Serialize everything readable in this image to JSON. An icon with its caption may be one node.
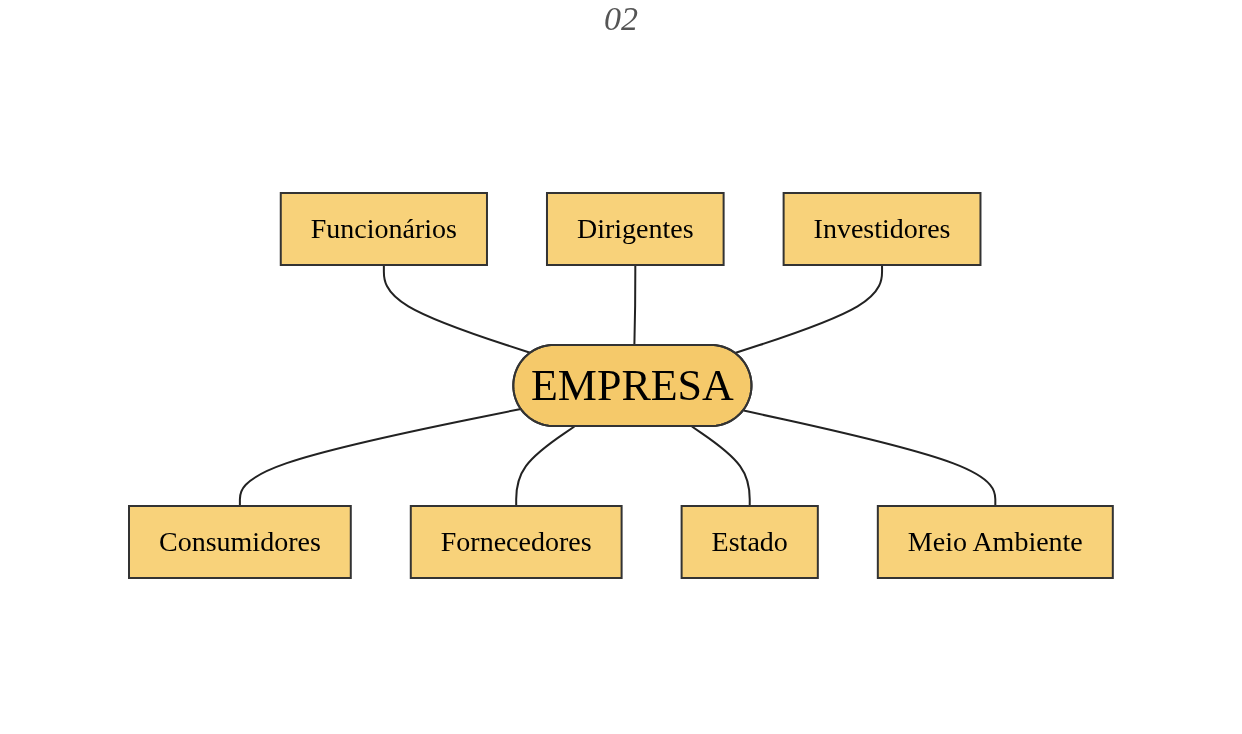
{
  "diagram": {
    "nodes": [
      {
        "text": [
          "Funcionários"
        ]
      },
      {
        "text": [
          "Dirigentes"
        ]
      },
      {
        "text": [
          "EMPRESA"
        ]
      },
      {
        "text": [
          "Consumidores"
        ]
      },
      {
        "text": [
          "Investidores"
        ]
      },
      {
        "text": [
          "Fornecedores"
        ]
      },
      {
        "text": [
          "Estado"
        ]
      },
      {
        "text": [
          "Meio Ambiente"
        ]
      }
    ],
    "edges": [
      {
        "from": 0,
        "to": 2,
        "arrow": "none"
      },
      {
        "from": 1,
        "to": 2,
        "arrow": "none"
      },
      {
        "from": 4,
        "to": 2,
        "arrow": "none"
      },
      {
        "from": 2,
        "to": 3,
        "arrow": "none"
      },
      {
        "from": 2,
        "to": 5,
        "arrow": "none"
      },
      {
        "from": 2,
        "to": 6,
        "arrow": "none"
      },
      {
        "from": 2,
        "to": 7,
        "arrow": "none"
      }
    ],
    "labels": [
      "02"
    ]
  }
}
